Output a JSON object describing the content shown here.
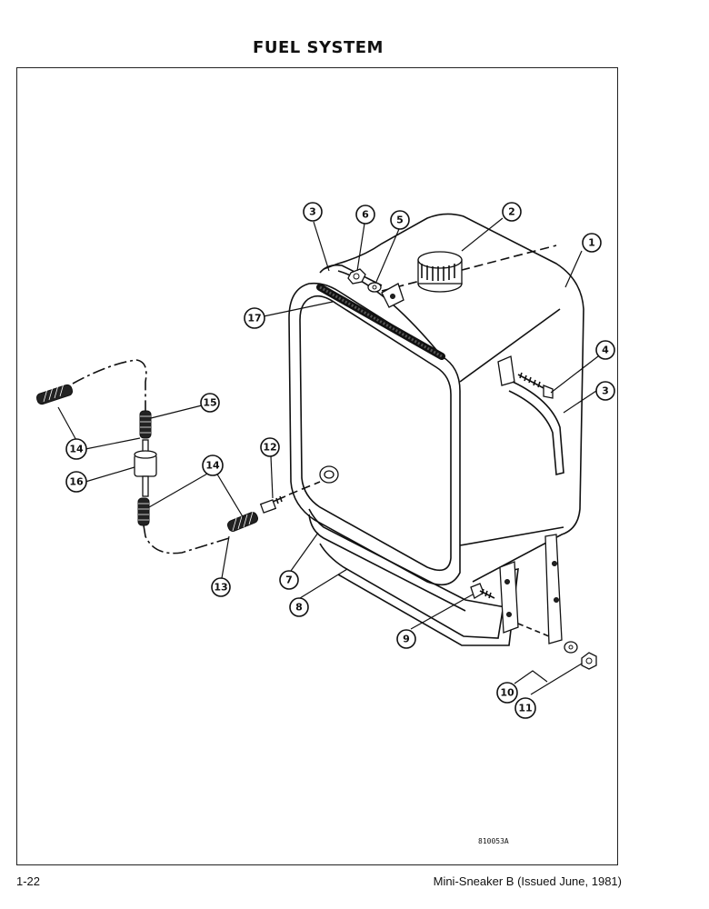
{
  "header": {
    "title": "FUEL SYSTEM"
  },
  "figure": {
    "code": "810053A",
    "callouts": [
      {
        "id": "c1",
        "label": "1"
      },
      {
        "id": "c2",
        "label": "2"
      },
      {
        "id": "c3a",
        "label": "3"
      },
      {
        "id": "c3b",
        "label": "3"
      },
      {
        "id": "c4",
        "label": "4"
      },
      {
        "id": "c5",
        "label": "5"
      },
      {
        "id": "c6",
        "label": "6"
      },
      {
        "id": "c7",
        "label": "7"
      },
      {
        "id": "c8",
        "label": "8"
      },
      {
        "id": "c9",
        "label": "9"
      },
      {
        "id": "c10",
        "label": "10"
      },
      {
        "id": "c11",
        "label": "11"
      },
      {
        "id": "c12",
        "label": "12"
      },
      {
        "id": "c13",
        "label": "13"
      },
      {
        "id": "c14a",
        "label": "14"
      },
      {
        "id": "c14b",
        "label": "14"
      },
      {
        "id": "c15",
        "label": "15"
      },
      {
        "id": "c16",
        "label": "16"
      },
      {
        "id": "c17",
        "label": "17"
      }
    ]
  },
  "footer": {
    "page_number": "1-22",
    "publication": "Mini-Sneaker B (Issued June, 1981)"
  }
}
